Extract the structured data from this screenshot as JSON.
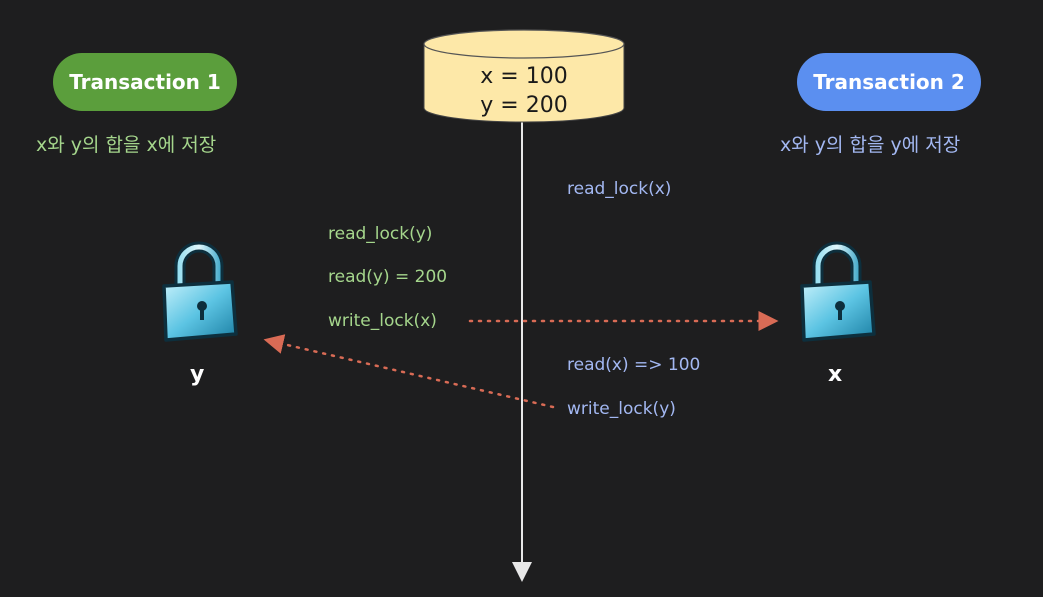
{
  "colors": {
    "background": "#1e1e1f",
    "transaction1": "#5b9e3c",
    "transaction2": "#5b8ff0",
    "t1_text": "#a5d68c",
    "t2_text": "#a3b8f2",
    "database": "#fde8a8",
    "arrow": "#d96b55",
    "timeline": "#e8e8e8"
  },
  "transaction1": {
    "label": "Transaction 1",
    "description": "x와 y의 합을 x에 저장"
  },
  "transaction2": {
    "label": "Transaction 2",
    "description": "x와 y의 합을 y에 저장"
  },
  "database": {
    "x_value": "x = 100",
    "y_value": "y = 200"
  },
  "t1_steps": [
    "read_lock(y)",
    "read(y) = 200",
    "write_lock(x)"
  ],
  "t2_steps": [
    "read_lock(x)",
    "read(x) => 100",
    "write_lock(y)"
  ],
  "locks": {
    "left_label": "y",
    "right_label": "x",
    "icon": "padlock-icon"
  }
}
